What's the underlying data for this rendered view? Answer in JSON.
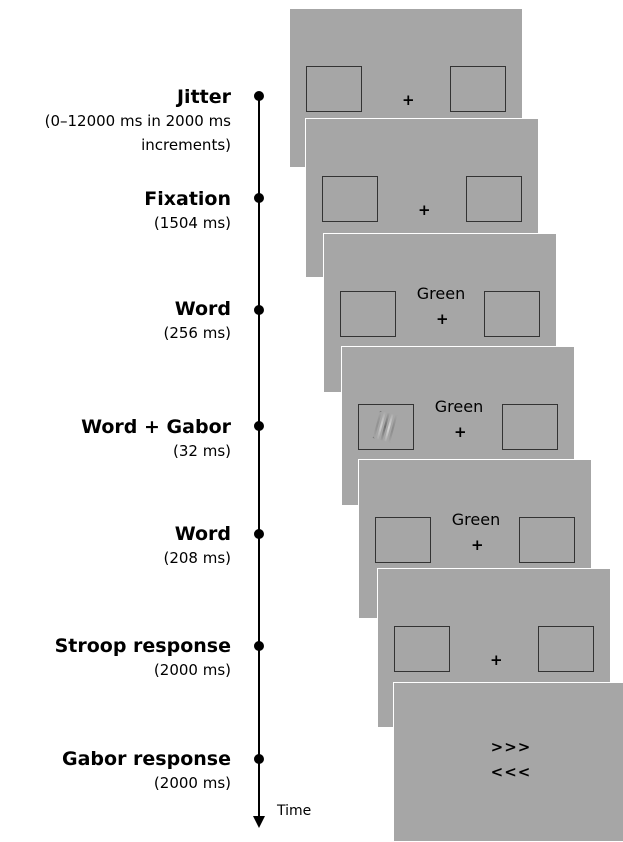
{
  "stages": [
    {
      "title": "Jitter",
      "duration": "(0–12000 ms in 2000 ms increments)"
    },
    {
      "title": "Fixation",
      "duration": "(1504 ms)"
    },
    {
      "title": "Word",
      "duration": "(256 ms)"
    },
    {
      "title": "Word + Gabor",
      "duration": "(32 ms)"
    },
    {
      "title": "Word",
      "duration": "(208 ms)"
    },
    {
      "title": "Stroop response",
      "duration": "(2000 ms)"
    },
    {
      "title": "Gabor response",
      "duration": "(2000 ms)"
    }
  ],
  "time_label": "Time",
  "screens": {
    "fixation_symbol": "+",
    "word": "Green",
    "response_cue_right": ">>>",
    "response_cue_left": "<<<"
  },
  "colors": {
    "screen_background": "#a6a6a6",
    "page_background": "#ffffff",
    "timeline": "#000000"
  }
}
